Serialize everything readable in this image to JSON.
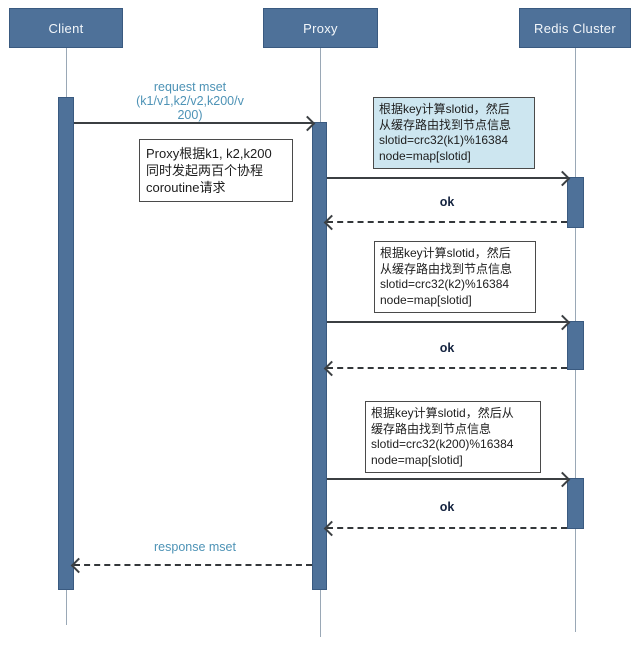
{
  "diagram": {
    "type": "sequence-diagram",
    "actors": [
      {
        "label": "Client"
      },
      {
        "label": "Proxy"
      },
      {
        "label": "Redis Cluster"
      }
    ],
    "request_label": "request mset\n(k1/v1,k2/v2,k200/v\n200)",
    "response_label": "response mset",
    "proxy_note": "Proxy根据k1, k2,k200\n同时发起两百个协程\ncoroutine请求",
    "calls": [
      {
        "note": "根据key计算slotid，然后\n从缓存路由找到节点信息\nslotid=crc32(k1)%16384\nnode=map[slotid]",
        "ok": "ok"
      },
      {
        "note": "根据key计算slotid，然后\n从缓存路由找到节点信息\nslotid=crc32(k2)%16384\nnode=map[slotid]",
        "ok": "ok"
      },
      {
        "note": "根据key计算slotid，然后从\n缓存路由找到节点信息\nslotid=crc32(k200)%16384\nnode=map[slotid]",
        "ok": "ok"
      }
    ],
    "colors": {
      "actor_fill": "#4e7199",
      "actor_border": "#3a5a80",
      "note_highlight_bg": "#cde6f0",
      "message_text": "#4e93b6",
      "ok_text": "#14233f",
      "arrow": "#3b3f42",
      "lifeline": "#9aa8b6"
    }
  }
}
